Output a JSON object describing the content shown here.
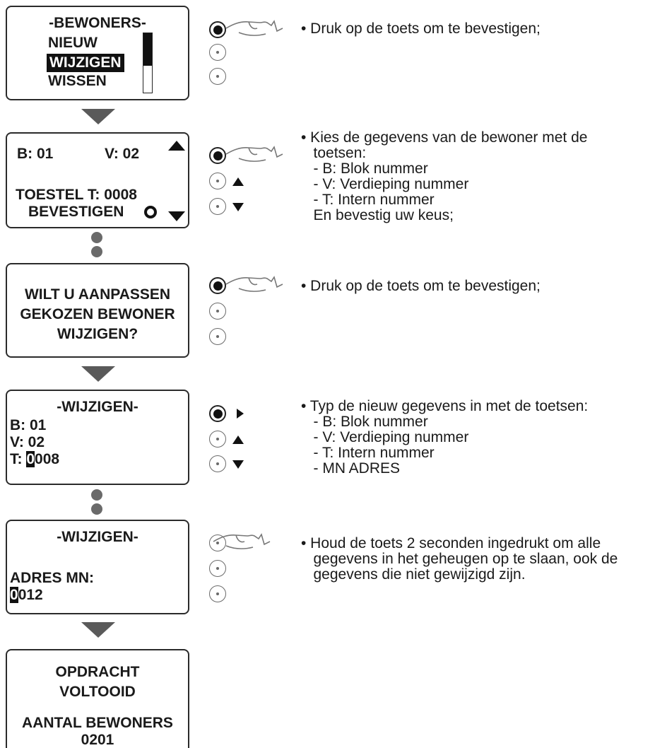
{
  "screens": {
    "bewoners_menu": {
      "title": "-BEWONERS-",
      "items": [
        "NIEUW",
        "WIJZIGEN",
        "WISSEN"
      ]
    },
    "select_resident": {
      "block": "B: 01",
      "floor": "V: 02",
      "device": "TOESTEL  T: 0008",
      "confirm": "BEVESTIGEN"
    },
    "confirm_question": {
      "line1": "WILT U AANPASSEN",
      "line2": "GEKOZEN BEWONER",
      "line3": "WIJZIGEN?"
    },
    "edit_data": {
      "title": "-WIJZIGEN-",
      "block": "B:  01",
      "floor": "V:  02",
      "t_label": "T: ",
      "t_cursor": "0",
      "t_rest": "008"
    },
    "edit_address": {
      "title": "-WIJZIGEN-",
      "label": "ADRES MN:",
      "cursor": "0",
      "rest": "012"
    },
    "done": {
      "line1": "OPDRACHT",
      "line2": "VOLTOOID",
      "line3": "AANTAL BEWONERS",
      "line4": "0201"
    }
  },
  "instructions": [
    {
      "lines": [
        "• Druk op de toets om te bevestigen;"
      ]
    },
    {
      "lines": [
        "• Kies de gegevens van de bewoner met de",
        "   toetsen:",
        "   - B: Blok nummer",
        "   - V: Verdieping nummer",
        "   - T: Intern nummer",
        "   En bevestig uw keus;"
      ]
    },
    {
      "lines": [
        "• Druk op de toets om te bevestigen;"
      ]
    },
    {
      "lines": [
        "• Typ de nieuw gegevens in met de toetsen:",
        "   - B: Blok nummer",
        "   - V: Verdieping nummer",
        "   - T: Intern nummer",
        "   - MN ADRES"
      ]
    },
    {
      "lines": [
        "• Houd de toets 2 seconden ingedrukt om alle",
        "   gegevens in het geheugen op te slaan, ook de",
        "   gegevens die niet gewijzigd zijn."
      ]
    }
  ],
  "icons": {
    "hand": "pointing-hand-icon",
    "up": "arrow-up-icon",
    "down": "arrow-down-icon",
    "right": "arrow-right-icon"
  }
}
